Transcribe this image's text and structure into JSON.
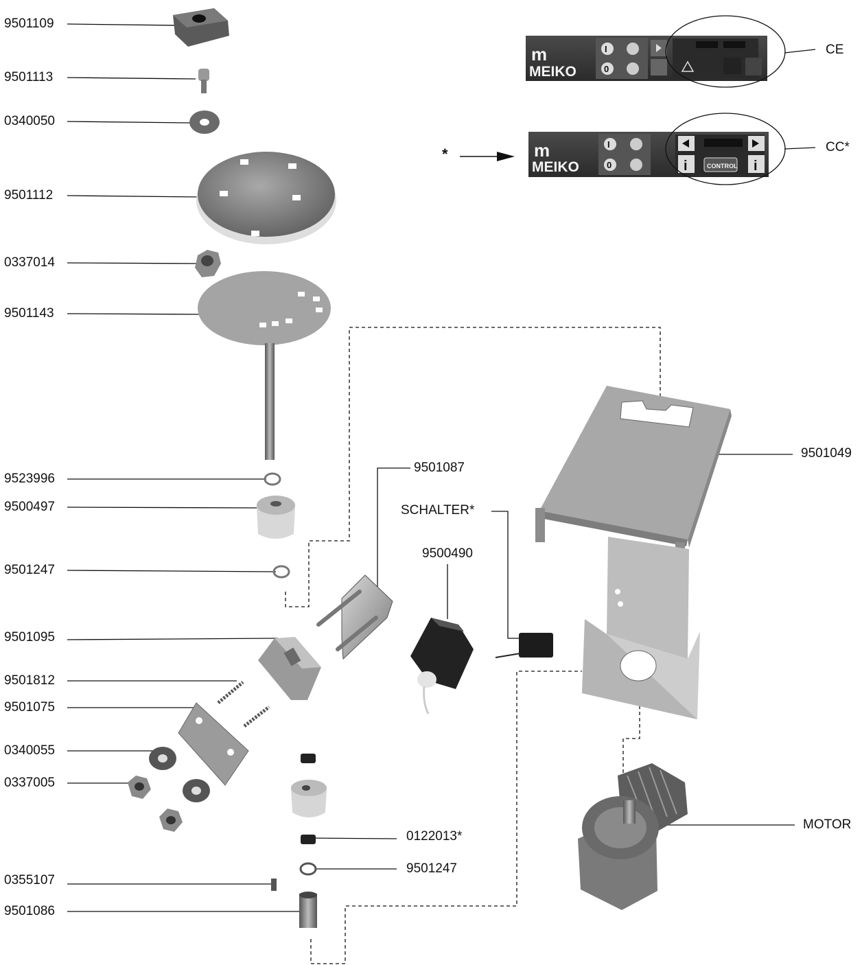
{
  "labels": {
    "p9501109": "9501109",
    "p9501113": "9501113",
    "p0340050": "0340050",
    "p9501112": "9501112",
    "p0337014": "0337014",
    "p9501143": "9501143",
    "p9523996": "9523996",
    "p9500497": "9500497",
    "p9501247a": "9501247",
    "p9501095": "9501095",
    "p9501812": "9501812",
    "p9501075": "9501075",
    "p0340055": "0340055",
    "p0337005": "0337005",
    "p0355107": "0355107",
    "p9501086": "9501086",
    "p9501087": "9501087",
    "schalter": "SCHALTER*",
    "p9500490": "9500490",
    "p0122013": "0122013*",
    "p9501247b": "9501247",
    "p9501049": "9501049",
    "motor": "MOTOR",
    "ce": "CE",
    "cc": "CC*",
    "asterisk": "*"
  },
  "panels": {
    "brand_m": "m",
    "brand": "MEIKO",
    "btn_on": "I",
    "btn_off": "0",
    "info": "i",
    "control_logo": "CONTROL"
  },
  "colors": {
    "panel_bg": "#3a3a3a",
    "metal_light": "#c8c8c8",
    "metal_dark": "#6e6e6e",
    "line": "#111111"
  }
}
